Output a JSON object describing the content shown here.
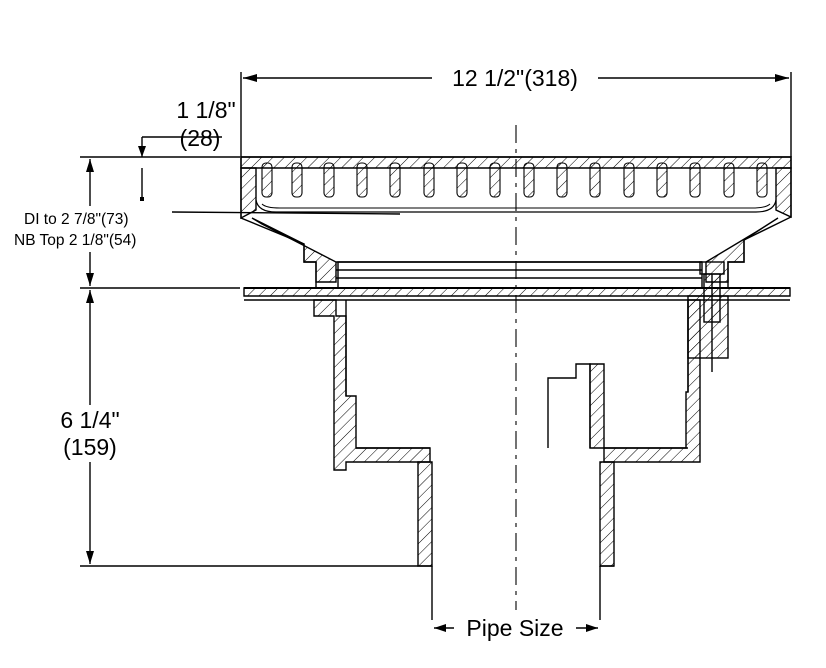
{
  "dimensions": {
    "overall_width": "12 1/2\"(318)",
    "top_offset": "1 1/8\"",
    "top_offset_mm": "(28)",
    "di_height": "DI to 2 7/8\"(73)",
    "nb_top_height": "NB Top 2 1/8\"(54)",
    "body_height": "6 1/4\"",
    "body_height_mm": "(159)",
    "pipe_size": "Pipe Size"
  },
  "colors": {
    "line": "#000000",
    "background": "#ffffff"
  }
}
